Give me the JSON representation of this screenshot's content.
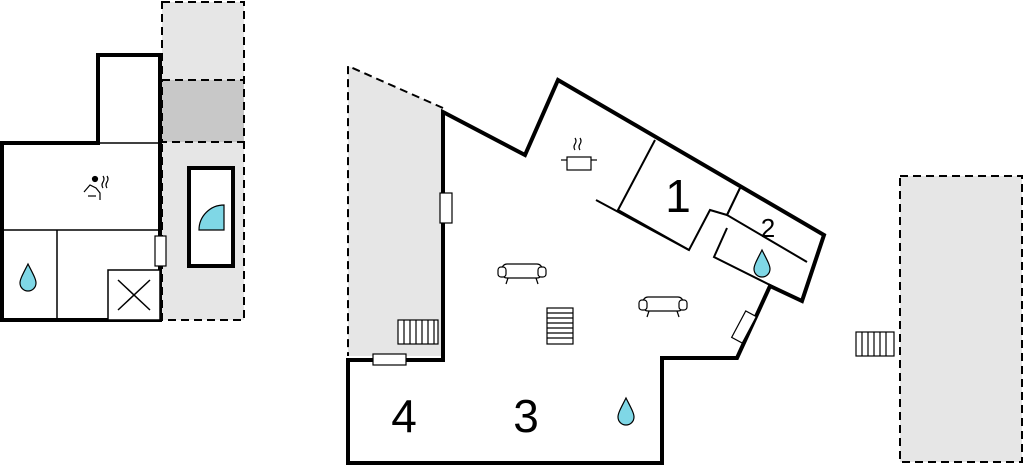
{
  "rooms": [
    {
      "id": "1",
      "label": "1"
    },
    {
      "id": "2",
      "label": "2"
    },
    {
      "id": "3",
      "label": "3"
    },
    {
      "id": "4",
      "label": "4"
    }
  ],
  "colors": {
    "wall": "#000000",
    "terrace": "#e6e6e6",
    "terrace_dark": "#c8c8c8",
    "water": "#7fd7e6",
    "background": "#ffffff"
  },
  "icons": [
    "sauna-icon",
    "water-drop-icon",
    "cooking-pot-icon",
    "armchair-icon",
    "radiator-icon",
    "stairs-icon",
    "door-icon",
    "shower-icon"
  ]
}
